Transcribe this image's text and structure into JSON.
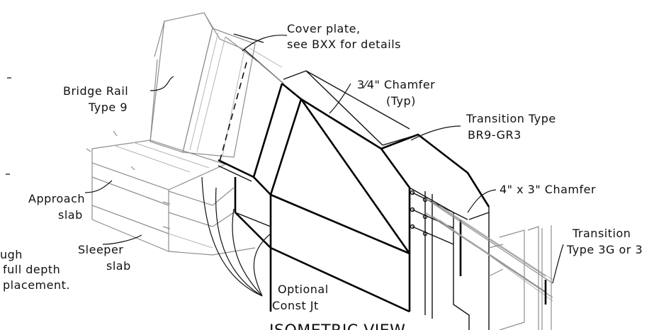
{
  "labels": {
    "cover_plate_1": "Cover plate,",
    "cover_plate_2": "see BXX for details",
    "bridge_rail_1": "Bridge Rail",
    "bridge_rail_2": "Type 9",
    "chamfer_34_1": "3⁄4\" Chamfer",
    "chamfer_34_2": "(Typ)",
    "transition_br9_1": "Transition Type",
    "transition_br9_2": "BR9-GR3",
    "chamfer_4x3": "4\" x 3\" Chamfer",
    "approach_slab_1": "Approach",
    "approach_slab_2": "slab",
    "sleeper_slab_1": "Sleeper",
    "sleeper_slab_2": "slab",
    "optional_jt_1": "Optional",
    "optional_jt_2": "Const Jt",
    "transition_3g_1": "Transition",
    "transition_3g_2": "Type 3G or 3",
    "left_note_1": "ugh",
    "left_note_2": "full depth",
    "left_note_3": "placement.",
    "bottom_title": "ISOMETRIC VIEW"
  }
}
